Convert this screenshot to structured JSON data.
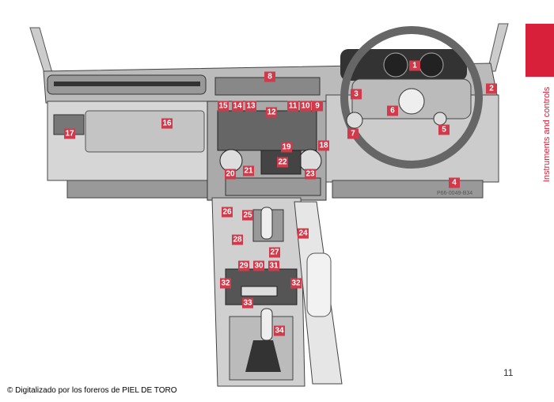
{
  "labels": {
    "n1": "1",
    "n2": "2",
    "n3": "3",
    "n4": "4",
    "n5": "5",
    "n6": "6",
    "n7": "7",
    "n8": "8",
    "n9": "9",
    "n10": "10",
    "n11": "11",
    "n12": "12",
    "n13": "13",
    "n14": "14",
    "n15": "15",
    "n16": "16",
    "n17": "17",
    "n18": "18",
    "n19": "19",
    "n20": "20",
    "n21": "21",
    "n22": "22",
    "n23": "23",
    "n24": "24",
    "n25": "25",
    "n26": "26",
    "n27": "27",
    "n28": "28",
    "n29": "29",
    "n30": "30",
    "n31": "31",
    "n32": "32",
    "n33": "33",
    "n34": "34"
  },
  "section_tab": "Instruments and controls",
  "reference_code": "P66-0049-B34",
  "page_number": "11",
  "footer": "© Digitalizado por los foreros de PIEL DE TORO",
  "colors": {
    "accent": "#d8203a",
    "label_bg": "#d03a4a"
  }
}
